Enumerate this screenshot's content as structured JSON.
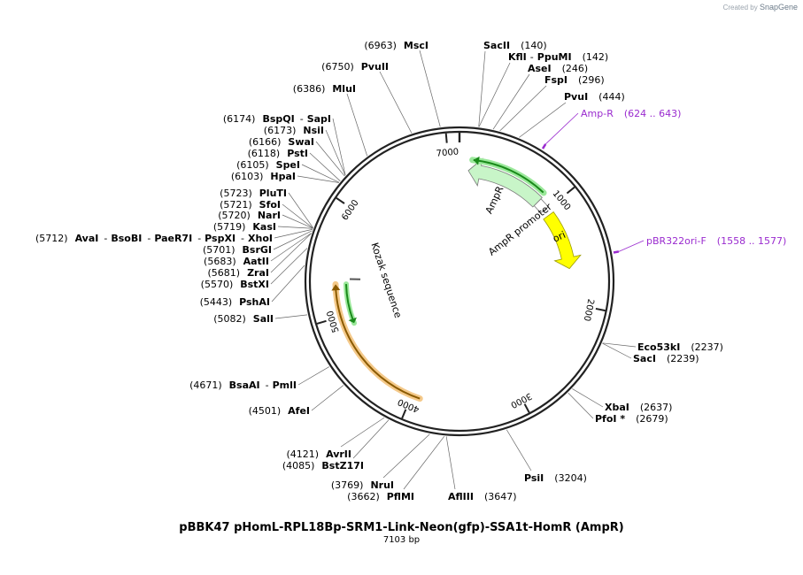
{
  "brand": {
    "prefix": "Created by",
    "name": "SnapGene"
  },
  "plasmid": {
    "name": "pBBK47 pHomL-RPL18Bp-SRM1-Link-Neon(gfp)-SSA1t-HomR (AmpR)",
    "length_label": "7103 bp",
    "length": 7103
  },
  "colors": {
    "backbone": "#222222",
    "ampr_fill": "#c8f5c8",
    "ampr_stroke": "#7a7a7a",
    "ori_fill": "#ffff00",
    "green_arrow": "#1a8a1a",
    "green_glow": "#9be89b",
    "orange_glow": "#f4c98a",
    "orange_arrow": "#8a5a00",
    "primer": "#9a2bcf",
    "site_line": "#666666"
  },
  "ticks": [
    {
      "pos": 1000,
      "label": "1000"
    },
    {
      "pos": 2000,
      "label": "2000"
    },
    {
      "pos": 3000,
      "label": "3000"
    },
    {
      "pos": 4000,
      "label": "4000"
    },
    {
      "pos": 5000,
      "label": "5000"
    },
    {
      "pos": 6000,
      "label": "6000"
    },
    {
      "pos": 7000,
      "label": "7000"
    }
  ],
  "features": [
    {
      "name": "AmpR",
      "type": "arrow",
      "start": 90,
      "end": 880,
      "direction": "ccw",
      "label": "AmpR"
    },
    {
      "name": "AmpR promoter",
      "type": "box",
      "start": 881,
      "end": 985,
      "label": "AmpR promoter"
    },
    {
      "name": "ori",
      "type": "arrow",
      "start": 1056,
      "end": 1645,
      "direction": "cw",
      "label": "ori"
    },
    {
      "name": "green",
      "type": "line-arrow",
      "start": 90,
      "end": 880,
      "direction": "ccw"
    },
    {
      "name": "orange",
      "type": "line-arrow",
      "start": 3920,
      "end": 5300,
      "direction": "cw"
    },
    {
      "name": "kozak",
      "type": "short",
      "pos": 5350,
      "label": "Kozak sequence"
    },
    {
      "name": "kozak-green",
      "type": "line-arrow",
      "start": 4900,
      "end": 5300,
      "direction": "ccw"
    }
  ],
  "primers": [
    {
      "name": "Amp-R",
      "range": "(624 .. 643)",
      "pos": 633
    },
    {
      "name": "pBR322ori-F",
      "range": "(1558 .. 1577)",
      "pos": 1567
    }
  ],
  "sites": [
    {
      "side": "R",
      "pos": 140,
      "num": "(140)",
      "names": [
        "SacII"
      ]
    },
    {
      "side": "R",
      "pos": 142,
      "num": "(142)",
      "names": [
        "KflI",
        "PpuMI"
      ]
    },
    {
      "side": "R",
      "pos": 246,
      "num": "(246)",
      "names": [
        "AseI"
      ]
    },
    {
      "side": "R",
      "pos": 296,
      "num": "(296)",
      "names": [
        "FspI"
      ]
    },
    {
      "side": "R",
      "pos": 444,
      "num": "(444)",
      "names": [
        "PvuI"
      ]
    },
    {
      "side": "R",
      "pos": 2237,
      "num": "(2237)",
      "names": [
        "Eco53kI"
      ]
    },
    {
      "side": "R",
      "pos": 2239,
      "num": "(2239)",
      "names": [
        "SacI"
      ]
    },
    {
      "side": "R",
      "pos": 2637,
      "num": "(2637)",
      "names": [
        "XbaI"
      ]
    },
    {
      "side": "R",
      "pos": 2679,
      "num": "(2679)",
      "names": [
        "PfoI *"
      ]
    },
    {
      "side": "R",
      "pos": 3204,
      "num": "(3204)",
      "names": [
        "PsiI"
      ]
    },
    {
      "side": "R",
      "pos": 3647,
      "num": "(3647)",
      "names": [
        "AflIII"
      ]
    },
    {
      "side": "L",
      "pos": 3662,
      "num": "(3662)",
      "names": [
        "PflMI"
      ]
    },
    {
      "side": "L",
      "pos": 3769,
      "num": "(3769)",
      "names": [
        "NruI"
      ]
    },
    {
      "side": "L",
      "pos": 4085,
      "num": "(4085)",
      "names": [
        "BstZ17I"
      ]
    },
    {
      "side": "L",
      "pos": 4121,
      "num": "(4121)",
      "names": [
        "AvrII"
      ]
    },
    {
      "side": "L",
      "pos": 4501,
      "num": "(4501)",
      "names": [
        "AfeI"
      ]
    },
    {
      "side": "L",
      "pos": 4671,
      "num": "(4671)",
      "names": [
        "BsaAI",
        "PmlI"
      ]
    },
    {
      "side": "L",
      "pos": 5082,
      "num": "(5082)",
      "names": [
        "SalI"
      ]
    },
    {
      "side": "L",
      "pos": 5443,
      "num": "(5443)",
      "names": [
        "PshAI"
      ]
    },
    {
      "side": "L",
      "pos": 5570,
      "num": "(5570)",
      "names": [
        "BstXI"
      ]
    },
    {
      "side": "L",
      "pos": 5681,
      "num": "(5681)",
      "names": [
        "ZraI"
      ]
    },
    {
      "side": "L",
      "pos": 5683,
      "num": "(5683)",
      "names": [
        "AatII"
      ]
    },
    {
      "side": "L",
      "pos": 5701,
      "num": "(5701)",
      "names": [
        "BsrGI"
      ]
    },
    {
      "side": "L",
      "pos": 5712,
      "num": "(5712)",
      "names": [
        "AvaI",
        "BsoBI",
        "PaeR7I",
        "PspXI",
        "XhoI"
      ]
    },
    {
      "side": "L",
      "pos": 5719,
      "num": "(5719)",
      "names": [
        "KasI"
      ]
    },
    {
      "side": "L",
      "pos": 5720,
      "num": "(5720)",
      "names": [
        "NarI"
      ]
    },
    {
      "side": "L",
      "pos": 5721,
      "num": "(5721)",
      "names": [
        "SfoI"
      ]
    },
    {
      "side": "L",
      "pos": 5723,
      "num": "(5723)",
      "names": [
        "PluTI"
      ]
    },
    {
      "side": "L",
      "pos": 6103,
      "num": "(6103)",
      "names": [
        "HpaI"
      ]
    },
    {
      "side": "L",
      "pos": 6105,
      "num": "(6105)",
      "names": [
        "SpeI"
      ]
    },
    {
      "side": "L",
      "pos": 6118,
      "num": "(6118)",
      "names": [
        "PstI"
      ]
    },
    {
      "side": "L",
      "pos": 6166,
      "num": "(6166)",
      "names": [
        "SwaI"
      ]
    },
    {
      "side": "L",
      "pos": 6173,
      "num": "(6173)",
      "names": [
        "NsiI"
      ]
    },
    {
      "side": "L",
      "pos": 6174,
      "num": "(6174)",
      "names": [
        "BspQI",
        "SapI"
      ]
    },
    {
      "side": "L",
      "pos": 6386,
      "num": "(6386)",
      "names": [
        "MluI"
      ]
    },
    {
      "side": "L",
      "pos": 6750,
      "num": "(6750)",
      "names": [
        "PvuII"
      ]
    },
    {
      "side": "L",
      "pos": 6963,
      "num": "(6963)",
      "names": [
        "MscI"
      ]
    }
  ]
}
